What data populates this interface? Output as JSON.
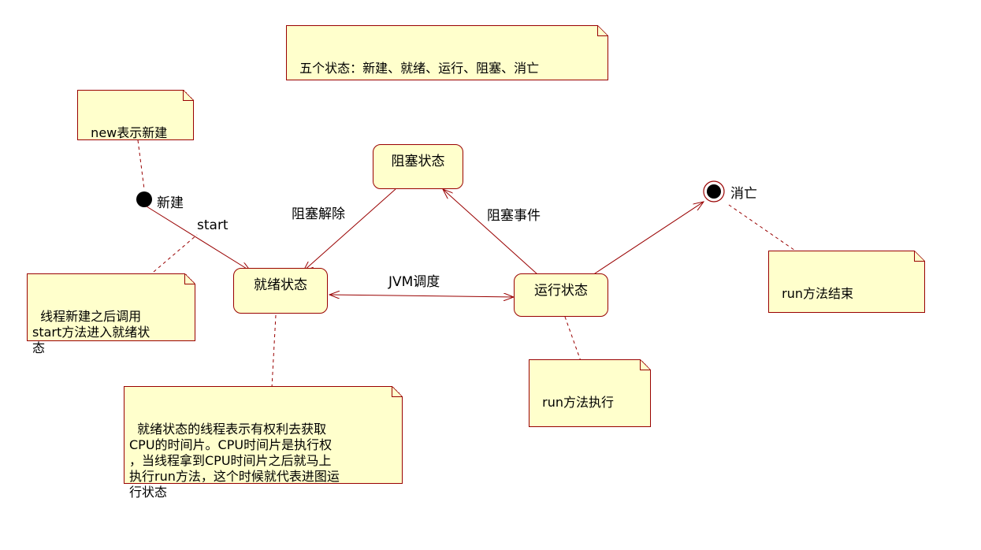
{
  "notes": {
    "five_states": "五个状态：新建、就绪、运行、阻塞、消亡",
    "new_means": "new表示新建",
    "thread_new": "线程新建之后调用\nstart方法进入就绪状\n态",
    "ready_desc": "就绪状态的线程表示有权利去获取\nCPU的时间片。CPU时间片是执行权\n，当线程拿到CPU时间片之后就马上\n执行run方法，这个时候就代表进图运\n行状态",
    "run_exec": "run方法执行",
    "run_end": "run方法结束"
  },
  "states": {
    "blocked": "阻塞状态",
    "ready": "就绪状态",
    "running": "运行状态"
  },
  "labels": {
    "new": "新建",
    "dead": "消亡",
    "start": "start",
    "unblock": "阻塞解除",
    "block_event": "阻塞事件",
    "jvm": "JVM调度"
  }
}
